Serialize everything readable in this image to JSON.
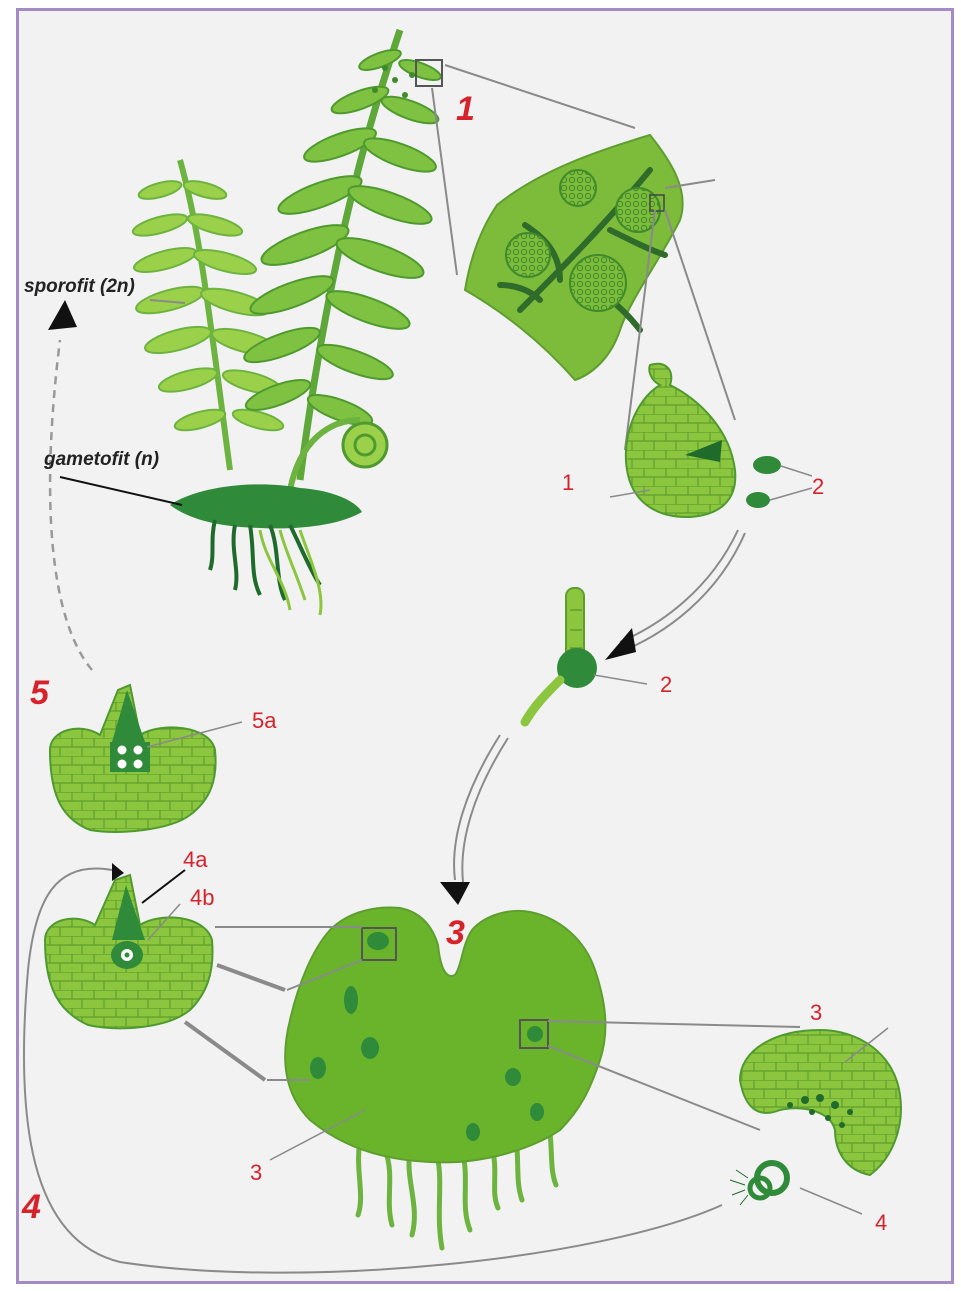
{
  "labels": {
    "sporofit": "sporofit (2n)",
    "gametofit": "gametofit (n)",
    "stage_1": "1",
    "stage_3": "3",
    "stage_4": "4",
    "stage_5": "5",
    "sporangium_1": "1",
    "spore_2a": "2",
    "germ_2": "2",
    "arche_5a": "5a",
    "arche_4a": "4a",
    "arche_4b": "4b",
    "prothal_3": "3",
    "antherid_3": "3",
    "sperm_4": "4"
  },
  "colors": {
    "light_green": "#8cc63f",
    "mid_green": "#6db33f",
    "dark_green": "#2f8a3a",
    "deep_green": "#1f6b2c",
    "label_red": "#d6232b",
    "frame": "#a58bc4"
  }
}
